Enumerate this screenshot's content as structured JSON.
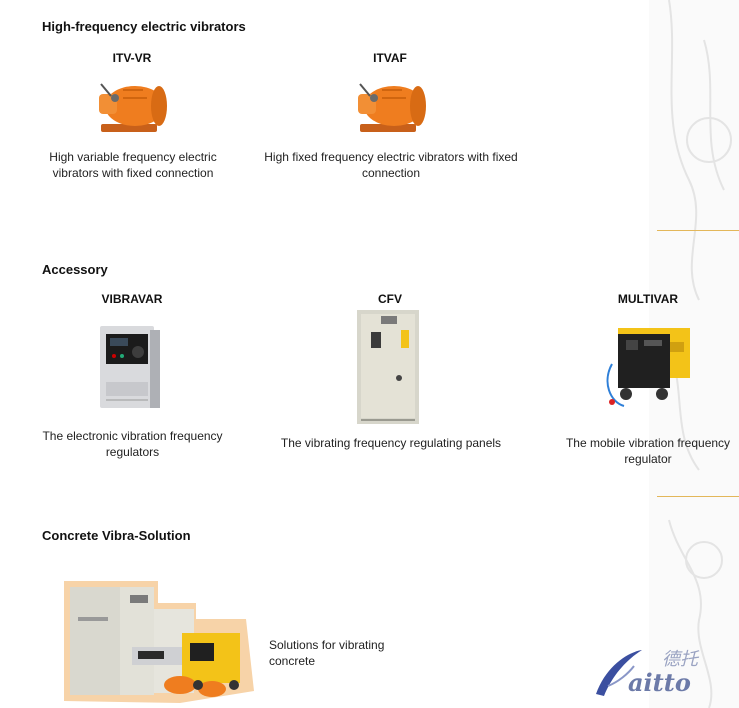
{
  "sections": {
    "hf": {
      "title": "High-frequency electric vibrators",
      "products": [
        {
          "name": "ITV-VR",
          "desc": "High variable frequency electric vibrators with fixed connection"
        },
        {
          "name": "ITVAF",
          "desc": "High fixed frequency electric vibrators with fixed connection"
        }
      ]
    },
    "acc": {
      "title": "Accessory",
      "products": [
        {
          "name": "VIBRAVAR",
          "desc": "The electronic vibration frequency regulators"
        },
        {
          "name": "CFV",
          "desc": "The vibrating frequency regulating panels"
        },
        {
          "name": "MULTIVAR",
          "desc": "The mobile vibration frequency regulator"
        }
      ]
    },
    "concrete": {
      "title": "Concrete Vibra-Solution",
      "desc": "Solutions for vibrating concrete"
    }
  },
  "logo": {
    "chinese": "德托",
    "latin": "aitto"
  },
  "colors": {
    "accent": "#e3b75a",
    "vibrator": "#ef7d1f",
    "panel": "#e4e2d6",
    "truck": "#f3c318"
  }
}
